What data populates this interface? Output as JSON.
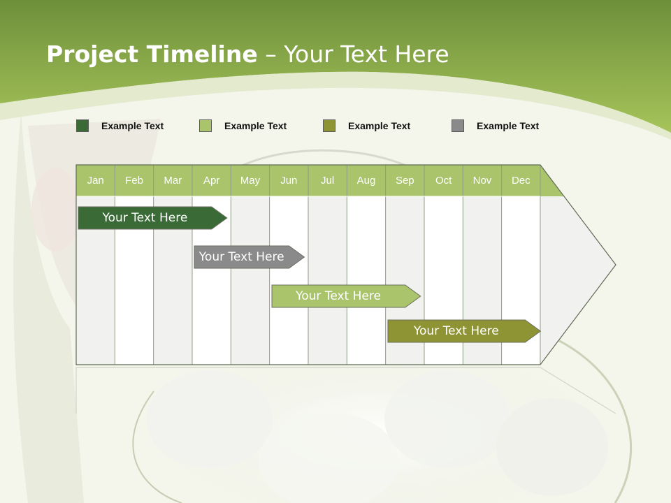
{
  "title": {
    "bold": "Project Timeline",
    "rest": " – Your Text Here"
  },
  "legend": [
    {
      "label": "Example Text",
      "color": "#3a6a36"
    },
    {
      "label": "Example Text",
      "color": "#a9c46a"
    },
    {
      "label": "Example Text",
      "color": "#8e9433"
    },
    {
      "label": "Example Text",
      "color": "#8a8a8a"
    }
  ],
  "timeline": {
    "months": [
      "Jan",
      "Feb",
      "Mar",
      "Apr",
      "May",
      "Jun",
      "Jul",
      "Aug",
      "Sep",
      "Oct",
      "Nov",
      "Dec"
    ],
    "header_color": "#a9c46a",
    "tasks": [
      {
        "label": "Your  Text Here",
        "color": "#3a6a36",
        "start_month": 0,
        "end_month": 3.9,
        "row": 0
      },
      {
        "label": "Your  Text Here",
        "color": "#8a8a8a",
        "start_month": 3.0,
        "end_month": 5.9,
        "row": 1
      },
      {
        "label": "Your  Text Here",
        "color": "#a9c46a",
        "start_month": 5.0,
        "end_month": 8.9,
        "row": 2
      },
      {
        "label": "Your  Text Here",
        "color": "#8e9433",
        "start_month": 8.0,
        "end_month": 12.0,
        "row": 3
      }
    ]
  }
}
